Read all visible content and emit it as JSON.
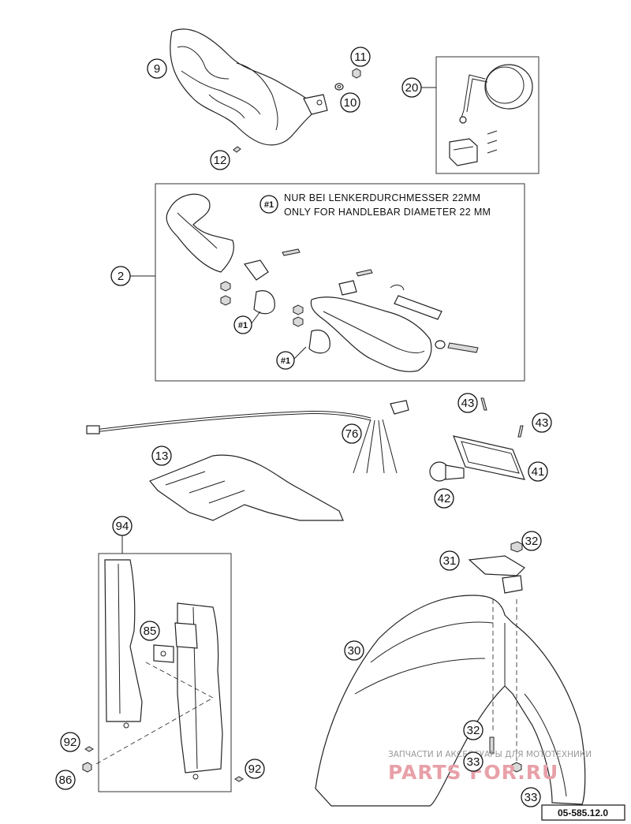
{
  "callouts": {
    "c9": "9",
    "c11": "11",
    "c10": "10",
    "c12": "12",
    "c20": "20",
    "c2": "2",
    "c76": "76",
    "c13": "13",
    "c43a": "43",
    "c43b": "43",
    "c41": "41",
    "c42": "42",
    "c94": "94",
    "c85": "85",
    "c92a": "92",
    "c92b": "92",
    "c86": "86",
    "c30": "30",
    "c31": "31",
    "c32a": "32",
    "c32b": "32",
    "c33a": "33",
    "c33b": "33"
  },
  "note": {
    "mark": "#1",
    "line_de": "NUR BEI LENKERDURCHMESSER 22MM",
    "line_en": "ONLY FOR HANDLEBAR DIAMETER 22 MM"
  },
  "hash_marks": {
    "h1": "#1",
    "h2": "#1"
  },
  "reference": "05-585.12.0",
  "watermark": {
    "top": "ЗАПЧАСТИ И АКСЕССУАРЫ ДЛЯ МОТОТЕХНИКИ",
    "brand": "PARTS FOR.RU"
  }
}
